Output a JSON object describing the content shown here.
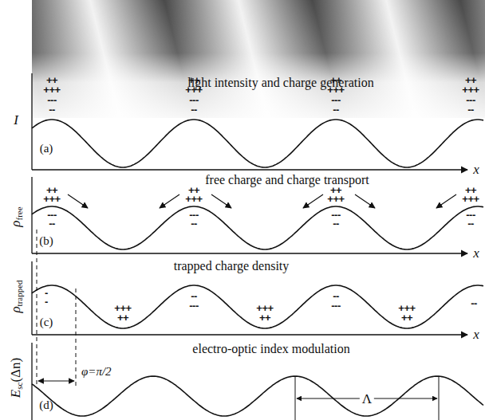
{
  "diagram": {
    "labels": [
      "light intensity and charge generation",
      "I",
      "(a)",
      "x",
      "++",
      "+++",
      "---",
      "--",
      "++",
      "+++",
      "---",
      "--",
      "++",
      "+++",
      "---",
      "--",
      "++",
      "+++",
      "---",
      "--",
      "free charge and charge transport",
      "ρ",
      "free",
      "(b)",
      "x",
      "++",
      "+++",
      "---",
      "--",
      "++",
      "+++",
      "---",
      "--",
      "++",
      "+++",
      "---",
      "--",
      "++",
      "+++",
      "---",
      "--",
      "trapped charge density",
      "ρ",
      "trapped",
      "(c)",
      "x",
      "-",
      "-",
      "--",
      "---",
      "--",
      "---",
      "+++",
      "++",
      "+++",
      "++",
      "+++",
      "++",
      "--",
      "electro-optic index modulation",
      "E",
      "sc",
      "(Δn)",
      "(d)",
      "φ=π/2",
      "Λ"
    ]
  }
}
